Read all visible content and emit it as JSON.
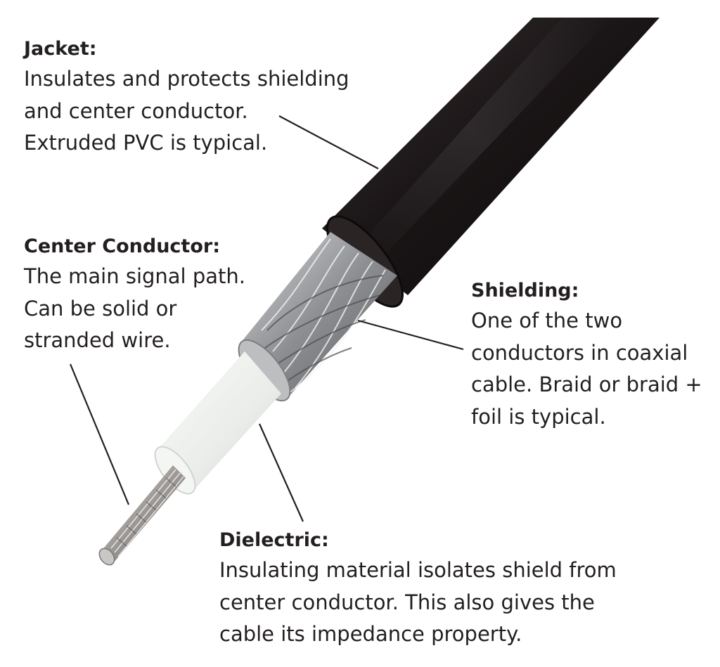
{
  "callouts": {
    "jacket": {
      "title": "Jacket:",
      "lines": [
        "Insulates and protects shielding",
        "and center conductor.",
        "Extruded PVC is typical."
      ]
    },
    "center_conductor": {
      "title": "Center Conductor:",
      "lines": [
        "The main signal path.",
        "Can be solid or",
        "stranded wire."
      ]
    },
    "shielding": {
      "title": "Shielding:",
      "lines": [
        "One of the two",
        "conductors in coaxial",
        "cable. Braid or braid +",
        "foil is typical."
      ]
    },
    "dielectric": {
      "title": "Dielectric:",
      "lines": [
        "Insulating material isolates shield from",
        "center conductor. This also gives the",
        "cable its impedance property."
      ]
    }
  },
  "colors": {
    "jacket": "#1a1516",
    "shielding": "#a7a9ac",
    "dielectric": "#eef0ec",
    "conductor": "#b8b6b4",
    "text": "#231f20",
    "leader_line": "#231f20"
  }
}
